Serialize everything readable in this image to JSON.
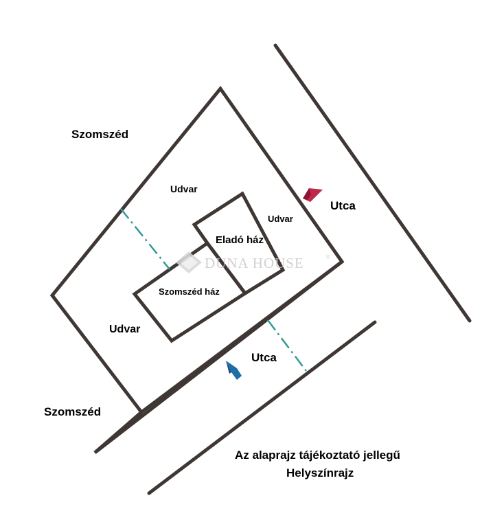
{
  "labels": {
    "neighbor_top": "Szomszéd",
    "neighbor_bottom": "Szomszéd",
    "yard_top": "Udvar",
    "yard_right": "Udvar",
    "yard_left": "Udvar",
    "house_for_sale": "Eladó ház",
    "neighbor_house": "Szomszéd ház",
    "street_right": "Utca",
    "street_bottom": "Utca"
  },
  "caption": {
    "line1": "Az alaprajz tájékoztató jellegű",
    "line2": "Helyszínrajz"
  },
  "watermark": {
    "text": "DUNA HOUSE",
    "mark": "®"
  },
  "colors": {
    "line": "#3f3734",
    "dash": "#2f9a96",
    "arrow_red": "#c0284a",
    "arrow_blue": "#1e6fa8",
    "watermark": "#c9c9c9"
  },
  "icons": {
    "arrow_right_street": "arrow-left-icon",
    "arrow_bottom_street": "arrow-up-left-icon",
    "watermark_logo": "house-logo-icon"
  }
}
